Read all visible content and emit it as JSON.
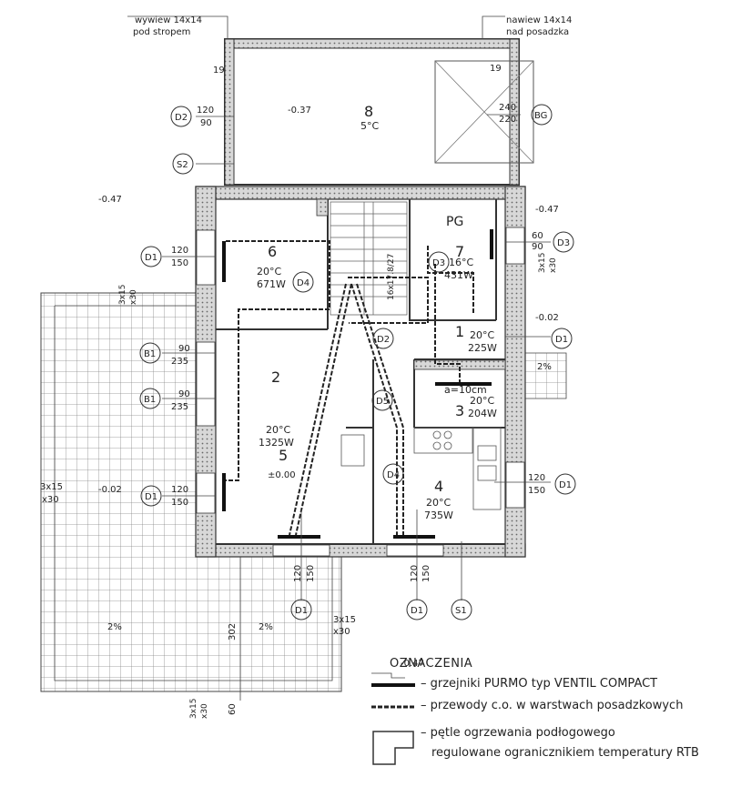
{
  "vents": {
    "exhaust_line1": "wywiew 14x14",
    "exhaust_line2": "pod stropem",
    "supply_line1": "nawiew 14x14",
    "supply_line2": "nad posadzka"
  },
  "rooms": [
    {
      "number": "8",
      "temp": "5°C",
      "power": ""
    },
    {
      "number": "6",
      "temp": "20°C",
      "power": "671W"
    },
    {
      "number": "7",
      "temp": "16°C",
      "power": "431W"
    },
    {
      "number": "2",
      "temp": "20°C",
      "power": "1325W"
    },
    {
      "number": "5",
      "temp": "",
      "power": ""
    },
    {
      "number": "1",
      "temp": "20°C",
      "power": "225W"
    },
    {
      "number": "3",
      "temp": "20°C",
      "power": "204W"
    },
    {
      "number": "4",
      "temp": "20°C",
      "power": "735W"
    }
  ],
  "tags": {
    "D2": "D2",
    "S2": "S2",
    "BG": "BG",
    "D1": "D1",
    "D3": "D3",
    "D4": "D4",
    "D5": "D5",
    "B1": "B1",
    "S1": "S1",
    "PG": "PG"
  },
  "dims": {
    "d19a": "19",
    "d19b": "19",
    "d120": "120",
    "d90": "90",
    "d240": "240",
    "d220": "220",
    "d150": "150",
    "d60": "60",
    "d235": "235",
    "d302": "302",
    "d60b": "60",
    "d3x15": "3x15",
    "dx30": "x30",
    "stairs": "16x17.8/27",
    "a10": "a=10cm"
  },
  "levels": {
    "l037": "-0.37",
    "l047a": "-0.47",
    "l047b": "-0.47",
    "l002a": "-0.02",
    "l002b": "-0.02",
    "l000": "±0.00",
    "l047c": "-0.47"
  },
  "slopes": {
    "s2a": "2%",
    "s2b": "2%",
    "s2c": "2%"
  },
  "legend": {
    "title": "OZNACZENIA",
    "item1": "–  grzejniki PURMO typ VENTIL COMPACT",
    "item2": "–  przewody c.o. w warstwach posadzkowych",
    "item3a": "–  pętle ogrzewania podłogowego",
    "item3b": "regulowane ogranicznikiem temperatury RTB"
  }
}
